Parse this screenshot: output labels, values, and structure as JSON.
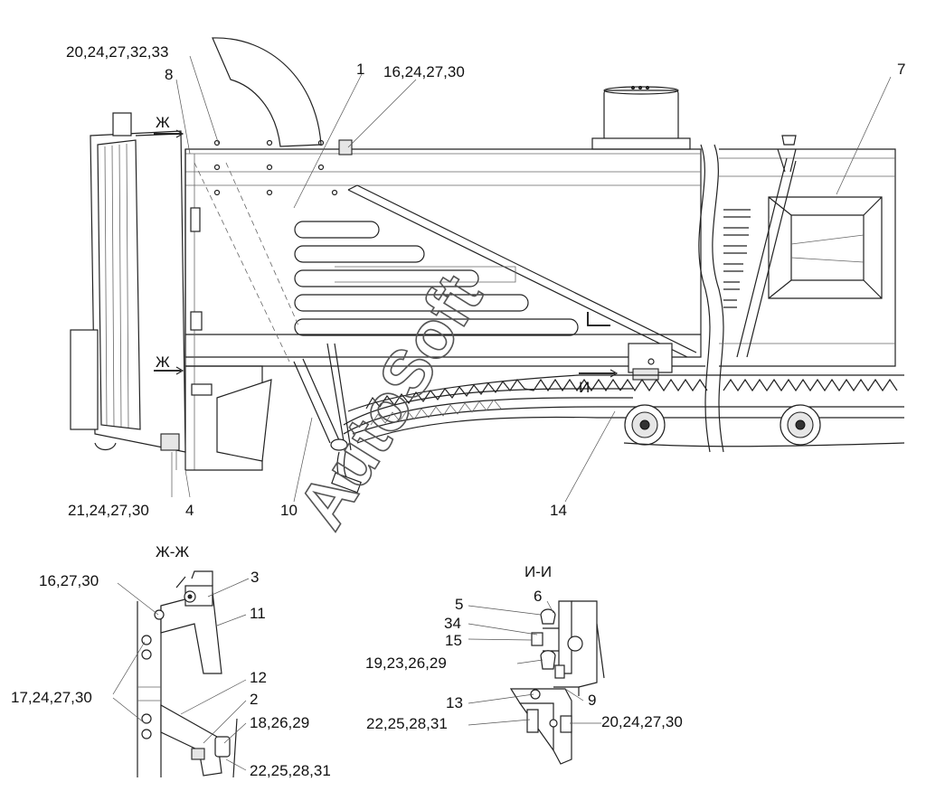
{
  "callouts": {
    "c_20_24_27_32_33": "20,24,27,32,33",
    "c_8": "8",
    "c_1": "1",
    "c_16_24_27_30_top": "16,24,27,30",
    "c_7": "7",
    "c_21_24_27_30": "21,24,27,30",
    "c_4": "4",
    "c_10": "10",
    "c_14": "14",
    "c_16_27_30": "16,27,30",
    "c_3": "3",
    "c_11": "11",
    "c_17_24_27_30": "17,24,27,30",
    "c_12": "12",
    "c_2": "2",
    "c_18_26_29": "18,26,29",
    "c_22_25_28_31_left": "22,25,28,31",
    "c_5": "5",
    "c_6": "6",
    "c_34": "34",
    "c_15": "15",
    "c_19_23_26_29": "19,23,26,29",
    "c_13": "13",
    "c_9": "9",
    "c_22_25_28_31_right": "22,25,28,31",
    "c_20_24_27_30": "20,24,27,30"
  },
  "section_marks": {
    "zh_top": "Ж",
    "zh_bottom": "Ж",
    "i_mark": "И"
  },
  "section_titles": {
    "zh_zh": "Ж-Ж",
    "i_i": "И-И"
  },
  "watermark": "AutoSoft"
}
